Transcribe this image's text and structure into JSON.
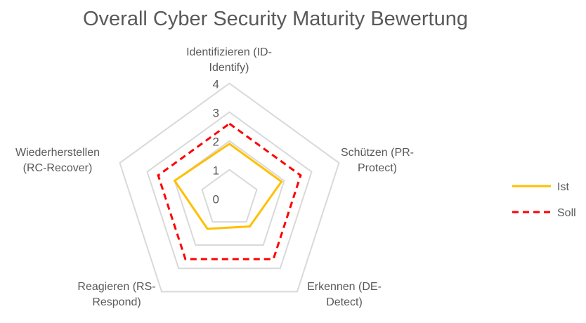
{
  "chart_data": {
    "type": "radar",
    "title": "Overall Cyber Security Maturity Bewertung",
    "categories": [
      [
        "Identifizieren (ID-",
        "Identify)"
      ],
      [
        "Schützen (PR-",
        "Protect)"
      ],
      [
        "Erkennen (DE-",
        "Detect)"
      ],
      [
        "Reagieren (RS-",
        "Respond)"
      ],
      [
        "Wiederherstellen",
        "(RC-Recover)"
      ]
    ],
    "rlim": [
      0,
      4
    ],
    "ticks": [
      "0",
      "1",
      "2",
      "3",
      "4"
    ],
    "grid": true,
    "legend": "right",
    "series": [
      {
        "name": "Ist",
        "values": [
          1.9,
          1.9,
          1.2,
          1.3,
          2.0
        ],
        "color": "#FFC000",
        "dash": false
      },
      {
        "name": "Soll",
        "values": [
          2.6,
          2.6,
          2.6,
          2.6,
          2.6
        ],
        "color": "#FF0000",
        "dash": true
      }
    ]
  }
}
